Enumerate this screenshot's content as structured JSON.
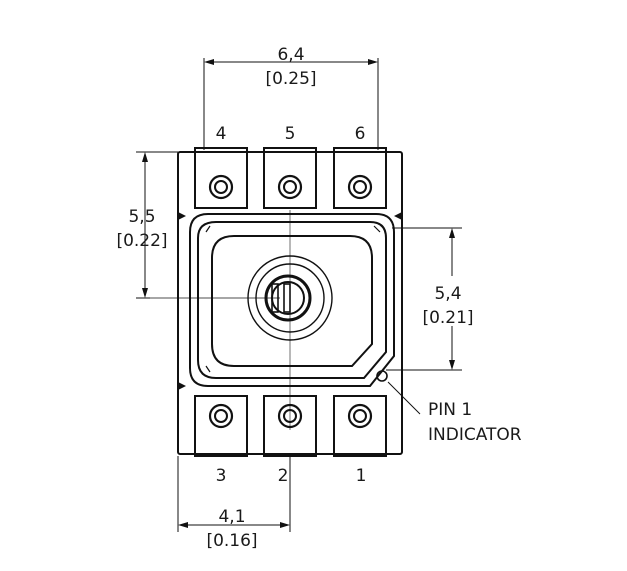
{
  "dimensions": {
    "top_width": {
      "metric": "6,4",
      "imperial": "[0.25]"
    },
    "left_height": {
      "metric": "5,5",
      "imperial": "[0.22]"
    },
    "right_height": {
      "metric": "5,4",
      "imperial": "[0.21]"
    },
    "bottom_width": {
      "metric": "4,1",
      "imperial": "[0.16]"
    }
  },
  "pins": {
    "top": [
      "4",
      "5",
      "6"
    ],
    "bottom": [
      "3",
      "2",
      "1"
    ]
  },
  "pin1_indicator": {
    "line1": "PIN 1",
    "line2": "INDICATOR"
  }
}
